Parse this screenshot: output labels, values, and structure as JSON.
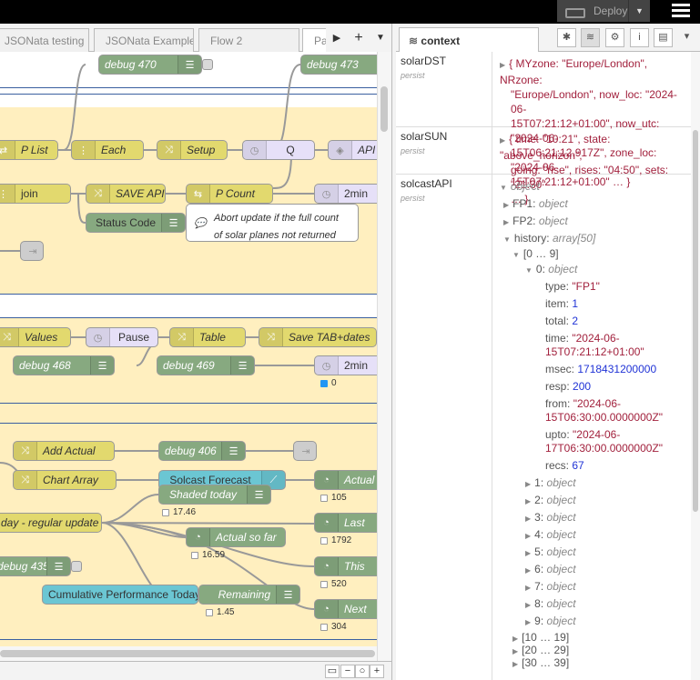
{
  "header": {
    "deploy_label": "Deploy"
  },
  "tabs": [
    {
      "label": "JSONata testing"
    },
    {
      "label": "JSONata Examples"
    },
    {
      "label": "Flow 2"
    },
    {
      "label": "Par"
    }
  ],
  "nodes": {
    "debug470": "debug 470",
    "debug473": "debug 473",
    "plist": "P List",
    "each": "Each",
    "setup": "Setup",
    "q": "Q",
    "api": "API",
    "join": "join",
    "saveapi": "SAVE API",
    "pcount": "P Count",
    "min2a": "2min",
    "statuscode": "Status Code",
    "comment_line1": "Abort update if the full count",
    "comment_line2": "of solar planes not returned",
    "values": "Values",
    "pause": "Pause",
    "table": "Table",
    "savetab": "Save TAB+dates",
    "debug468": "debug 468",
    "debug469": "debug 469",
    "min2b": "2min",
    "status_min2b": "0",
    "addactual": "Add Actual",
    "debug406": "debug 406",
    "chartarray": "Chart Array",
    "solcast": "Solcast Forecast",
    "actualpct": "Actual %",
    "status_actualpct": "105",
    "shaded": "Shaded today",
    "status_shaded": "17.46",
    "regular": "day - regular update",
    "last": "Last",
    "status_last": "1792",
    "actualsofar": "Actual so far",
    "status_actualsofar": "16.59",
    "debug435": "debug 435",
    "this": "This",
    "status_this": "520",
    "cumulative": "Cumulative Performance Today",
    "remaining": "Remaining",
    "status_remaining": "1.45",
    "next": "Next",
    "status_next": "304"
  },
  "sidebar": {
    "tab_label": "context",
    "entries": [
      {
        "key": "solarDST",
        "scope": "persist",
        "value_lines": [
          "{ MYzone: \"Europe/London\", NRzone:",
          "\"Europe/London\", now_loc: \"2024-06-",
          "15T07:21:12+01:00\", now_utc: \"2024-06-",
          "15T06:21:12.917Z\", zone_loc: \"2024-06-",
          "15T07:21:12+01:00\" … }"
        ]
      },
      {
        "key": "solarSUN",
        "scope": "persist",
        "value_lines": [
          "{ time: \"10:21\", state: \"above_horizon\",",
          "going: \"rise\", rises: \"04:50\", sets: \"21:30\"",
          "… }"
        ]
      },
      {
        "key": "solcastAPI",
        "scope": "persist"
      }
    ],
    "tree": {
      "root": "object",
      "fp1": "FP1:",
      "fp1_t": "object",
      "fp2": "FP2:",
      "fp2_t": "object",
      "history": "history:",
      "history_t": "array[50]",
      "range0": "[0 … 9]",
      "item0": "0:",
      "item0_t": "object",
      "type_k": "type:",
      "type_v": "\"FP1\"",
      "item_k": "item:",
      "item_v": "1",
      "total_k": "total:",
      "total_v": "2",
      "time_k": "time:",
      "time_v1": "\"2024-06-",
      "time_v2": "15T07:21:12+01:00\"",
      "msec_k": "msec:",
      "msec_v": "1718431200000",
      "resp_k": "resp:",
      "resp_v": "200",
      "from_k": "from:",
      "from_v1": "\"2024-06-",
      "from_v2": "15T06:30:00.0000000Z\"",
      "upto_k": "upto:",
      "upto_v1": "\"2024-06-",
      "upto_v2": "17T06:30:00.0000000Z\"",
      "recs_k": "recs:",
      "recs_v": "67",
      "items": [
        "1:",
        "2:",
        "3:",
        "4:",
        "5:",
        "6:",
        "7:",
        "8:",
        "9:"
      ],
      "obj": "object",
      "range1": "[10 … 19]",
      "range2": "[20 … 29]",
      "range3": "[30 … 39]"
    }
  }
}
